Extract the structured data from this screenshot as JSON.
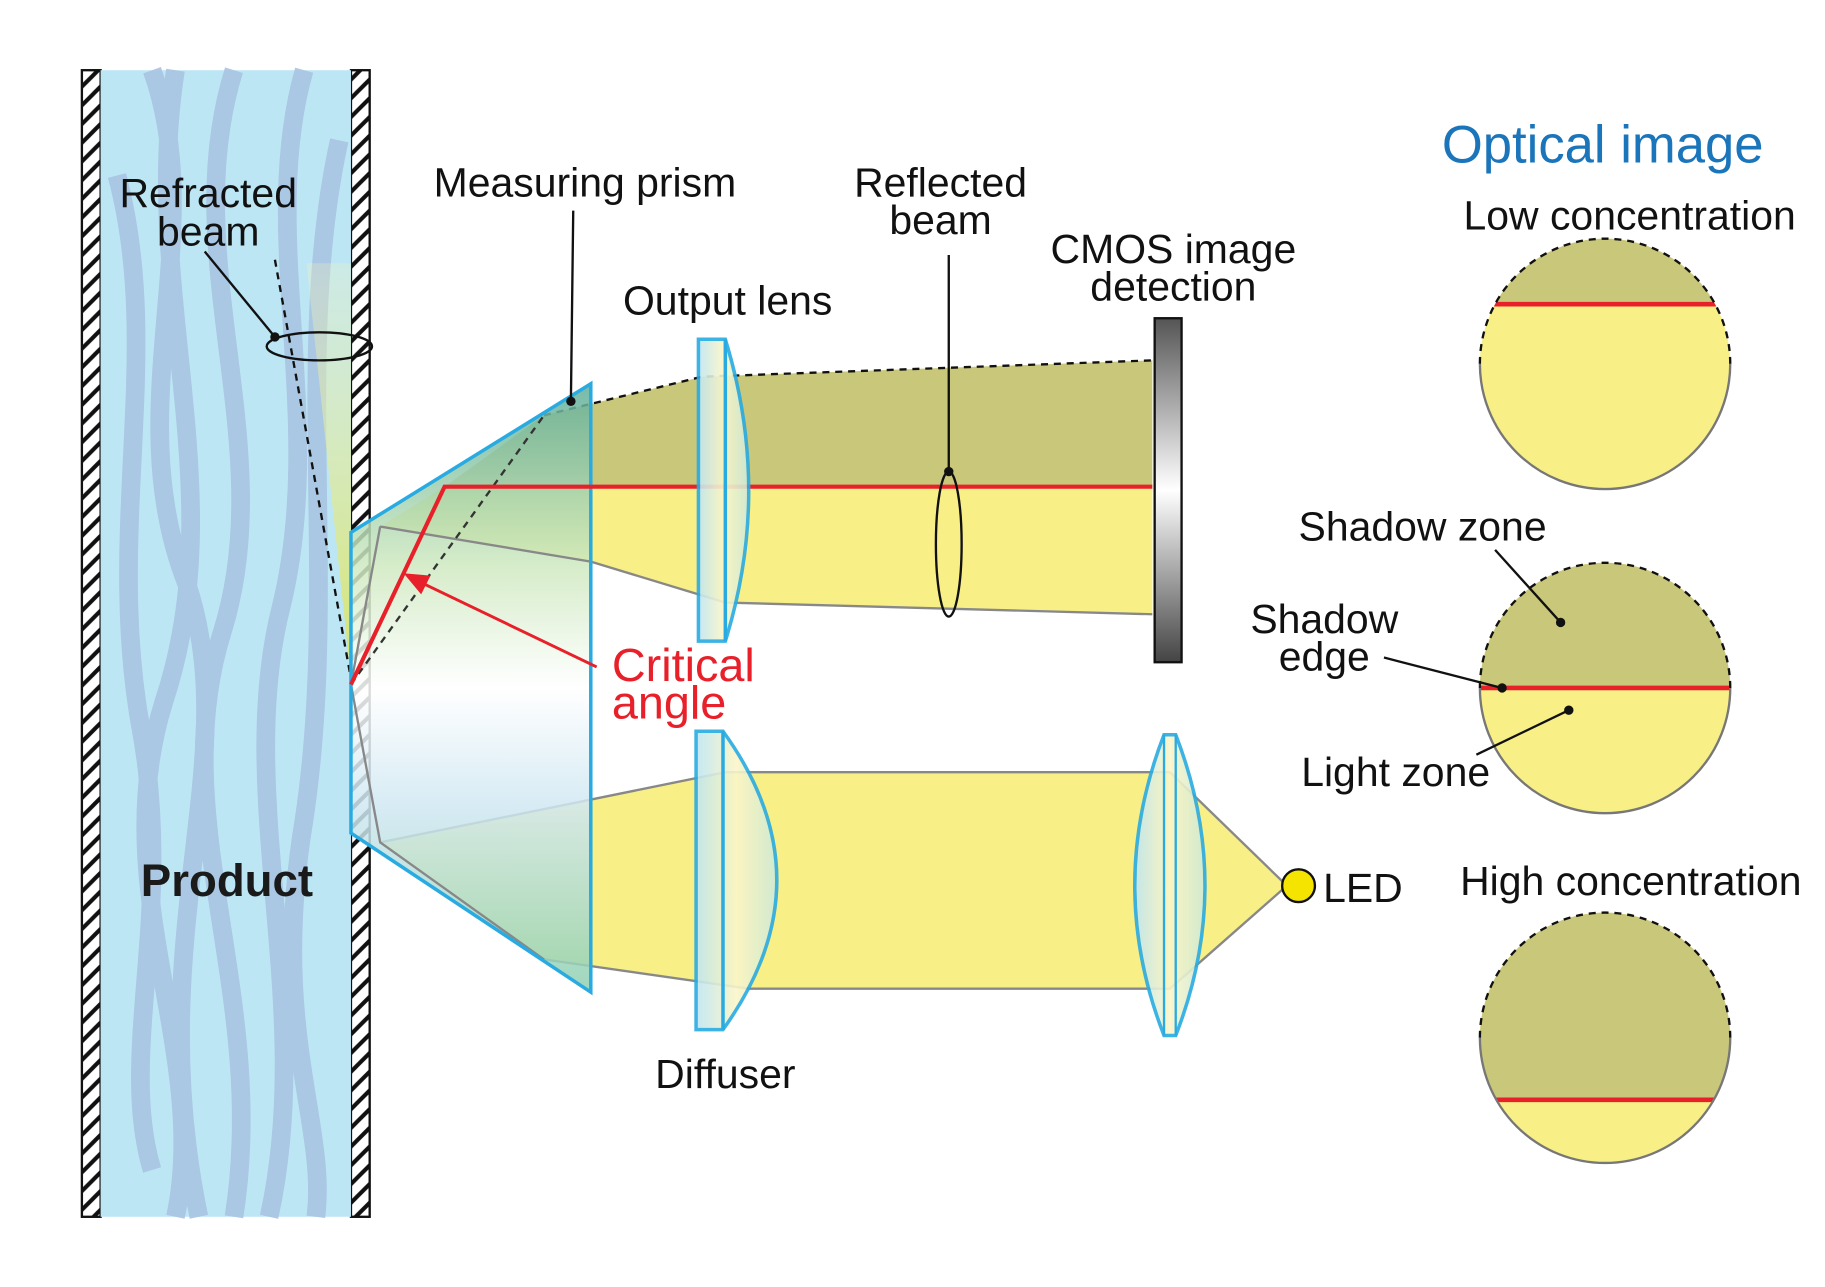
{
  "labels": {
    "refracted_beam": [
      "Refracted",
      "beam"
    ],
    "measuring_prism": "Measuring prism",
    "output_lens": "Output lens",
    "reflected_beam": [
      "Reflected",
      "beam"
    ],
    "cmos": [
      "CMOS image",
      "detection"
    ],
    "critical_angle": [
      "Critical",
      "angle"
    ],
    "product": "Product",
    "diffuser": "Diffuser",
    "led": "LED"
  },
  "optical_image": {
    "title": "Optical image",
    "low": "Low concentration",
    "shadow_zone": "Shadow zone",
    "shadow_edge": [
      "Shadow",
      "edge"
    ],
    "light_zone": "Light zone",
    "high": "High concentration"
  },
  "colors": {
    "product_fluid": "#bde6f5",
    "prism_outline": "#29abe2",
    "shadow": "#c9c77a",
    "light": "#f8ef86",
    "critical_line": "#e8202a",
    "title": "#1a75bb",
    "led": "#f5e400"
  }
}
